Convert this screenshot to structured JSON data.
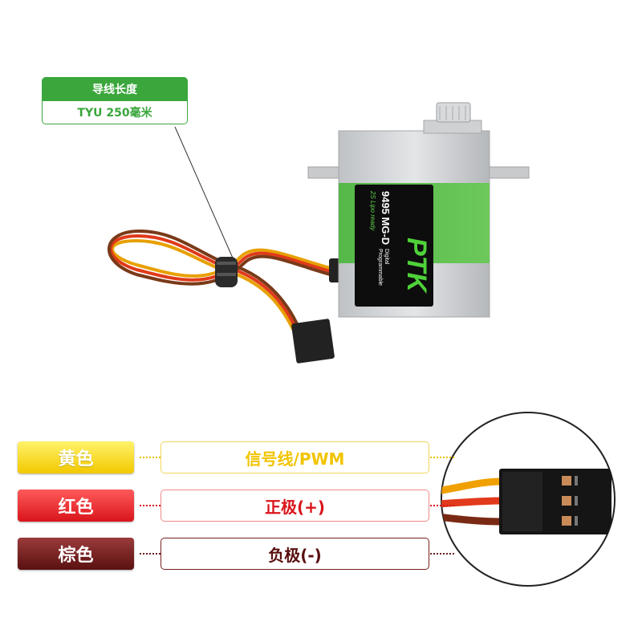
{
  "callout": {
    "title": "导线长度",
    "value": "TYU 250毫米"
  },
  "servo_label": {
    "model": "9495 MG-D",
    "logo": "PTK",
    "subtitle": "2S Lipo ready",
    "line1": "Digital",
    "line2": "Programmable"
  },
  "wires": [
    {
      "color_name": "黄色",
      "function": "信号线/PWM",
      "color": "#f2c400"
    },
    {
      "color_name": "红色",
      "function": "正极(+)",
      "color": "#d9151b"
    },
    {
      "color_name": "棕色",
      "function": "负极(-)",
      "color": "#5a0f0f"
    }
  ]
}
